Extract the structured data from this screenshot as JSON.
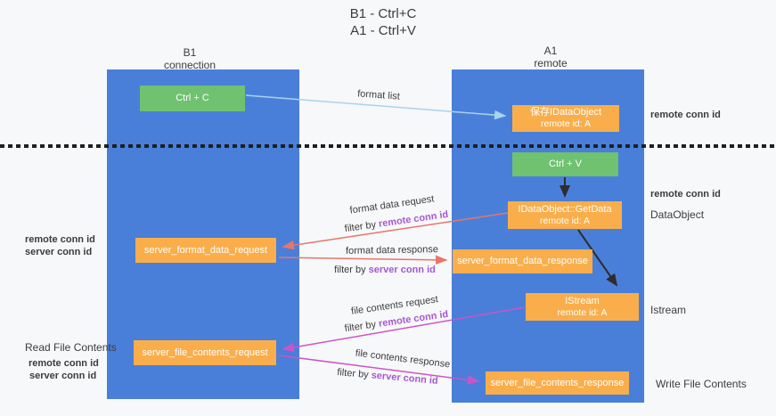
{
  "title": {
    "line1": "B1 - Ctrl+C",
    "line2": "A1 - Ctrl+V"
  },
  "lanes": {
    "left": {
      "name_line1": "B1",
      "name_line2": "connection"
    },
    "right": {
      "name_line1": "A1",
      "name_line2": "remote"
    }
  },
  "nodes": {
    "ctrl_c": {
      "label": "Ctrl + C"
    },
    "ctrl_v": {
      "label": "Ctrl + V"
    },
    "save_idataobject": {
      "line1": "保存IDataObject",
      "line2": "remote id: A"
    },
    "idataobject_getdata": {
      "line1": "IDataObject::GetData",
      "line2": "remote id: A"
    },
    "istream": {
      "line1": "IStream",
      "line2": "remote id: A"
    },
    "server_format_data_request": {
      "label": "server_format_data_request"
    },
    "server_format_data_response": {
      "label": "server_format_data_response"
    },
    "server_file_contents_request": {
      "label": "server_file_contents_request"
    },
    "server_file_contents_response": {
      "label": "server_file_contents_response"
    }
  },
  "edge_labels": {
    "format_list": "format list",
    "format_data_request": "format data request",
    "format_data_response": "format data response",
    "file_contents_request": "file contents request",
    "file_contents_response": "file contents response",
    "filter_by": "filter by",
    "remote_conn_id": "remote conn id",
    "server_conn_id": "server conn id"
  },
  "side_labels": {
    "right_top_remote_conn_id": "remote conn id",
    "right_mid_remote_conn_id": "remote conn id",
    "dataobject": "DataObject",
    "istream": "Istream",
    "write_file_contents": "Write File Contents",
    "left_remote_conn_id_1": "remote conn id",
    "left_server_conn_id_1": "server conn id",
    "read_file_contents": "Read File Contents",
    "left_remote_conn_id_2": "remote conn id",
    "left_server_conn_id_2": "server conn id"
  },
  "colors": {
    "lane_blue": "#4a7fd9",
    "node_green": "#70c170",
    "node_orange": "#f9ae4b",
    "purple_text": "#a658d2",
    "green_text": "#5cb85c",
    "red_arrow": "#e8756b",
    "magenta_arrow": "#cb54c8",
    "lightblue_arrow": "#a9d3ee",
    "black_arrow": "#2d2d2d",
    "dark_text": "#3c3c3c",
    "background": "#f7f8f9"
  }
}
